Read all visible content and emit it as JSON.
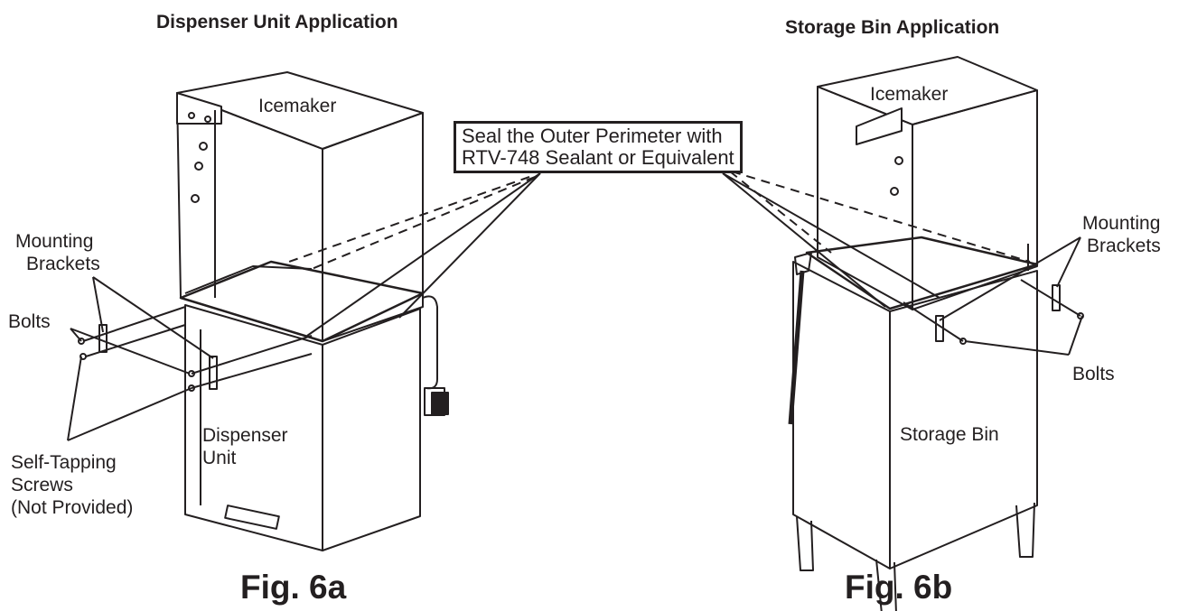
{
  "left": {
    "heading": "Dispenser Unit Application",
    "icemaker": "Icemaker",
    "unit_label": [
      "Dispenser",
      "Unit"
    ],
    "mounting_brackets": [
      "Mounting",
      "Brackets"
    ],
    "bolts": "Bolts",
    "screws": [
      "Self-Tapping",
      "Screws",
      "(Not Provided)"
    ],
    "figure": "Fig. 6a"
  },
  "right": {
    "heading": "Storage Bin Application",
    "icemaker": "Icemaker",
    "bin_label": "Storage Bin",
    "mounting_brackets": [
      "Mounting",
      "Brackets"
    ],
    "bolts": "Bolts",
    "figure": "Fig. 6b"
  },
  "callout": [
    "Seal the Outer Perimeter with",
    "RTV-748 Sealant or Equivalent"
  ]
}
